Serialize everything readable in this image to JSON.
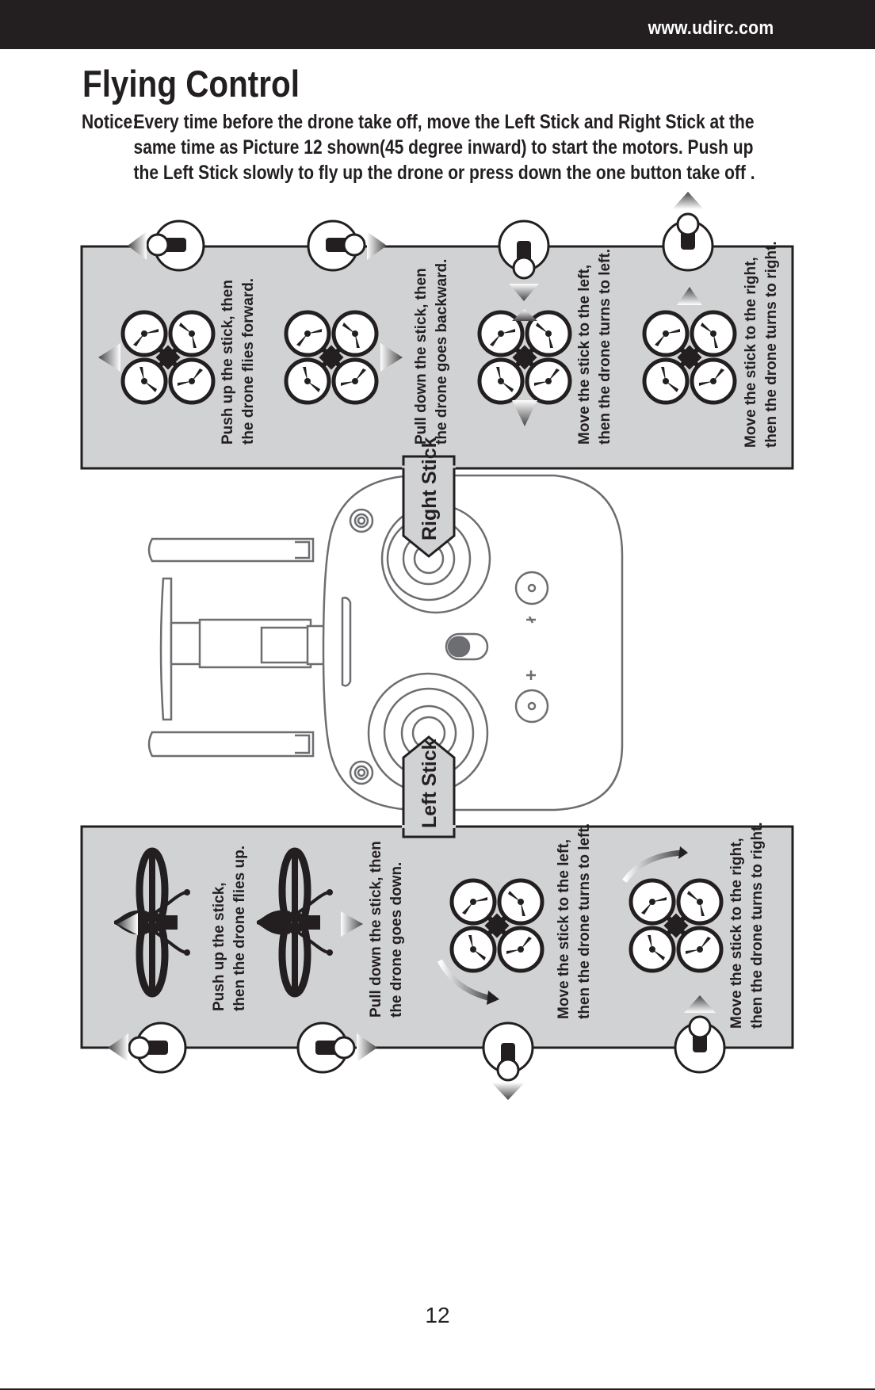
{
  "header": {
    "website": "www.udirc.com"
  },
  "title": "Flying Control",
  "notice": {
    "label": "Notice:",
    "text": "Every time before the drone take off, move the Left Stick and Right Stick at the same time as Picture 12 shown(45 degree inward) to start the motors. Push up the Left Stick slowly to fly up the drone or press down the one button take off ."
  },
  "labels": {
    "right_stick": "Right Stick",
    "left_stick": "Left Stick"
  },
  "right_panel": {
    "items": [
      {
        "line1": "Push up the stick, then",
        "line2": "the drone flies forward."
      },
      {
        "line1": "Pull down the stick, then",
        "line2": "the drone goes backward."
      },
      {
        "line1": "Move the stick to the left,",
        "line2": "then the drone turns to left."
      },
      {
        "line1": "Move the stick to the right,",
        "line2": "then the drone turns to right."
      }
    ]
  },
  "left_panel": {
    "items": [
      {
        "line1": "Push up the stick,",
        "line2": "then the drone flies up."
      },
      {
        "line1": "Pull down the stick, then",
        "line2": "the drone goes down."
      },
      {
        "line1": "Move the stick to the left,",
        "line2": "then the drone turns to left."
      },
      {
        "line1": "Move the stick to the right,",
        "line2": "then the drone turns to right."
      }
    ]
  },
  "page_number": "12"
}
